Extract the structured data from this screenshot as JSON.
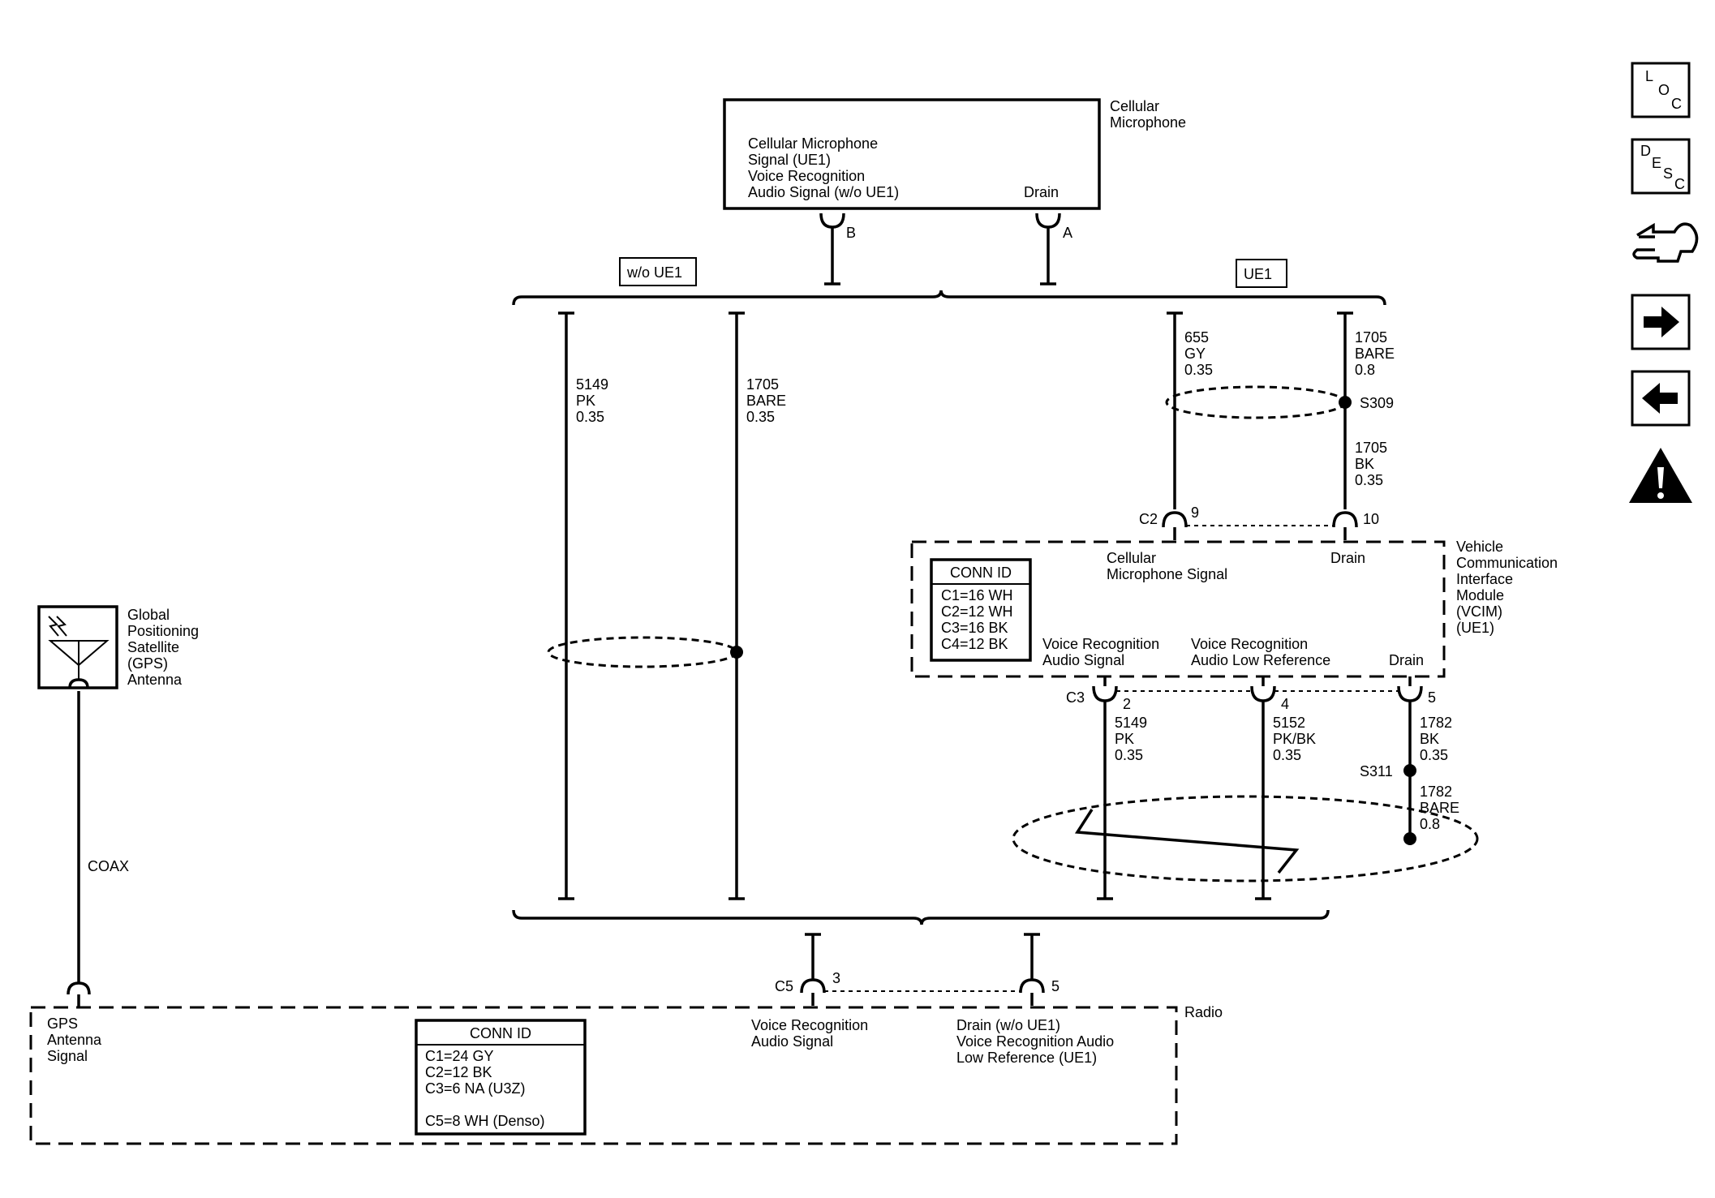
{
  "cell_mic": {
    "name_1": "Cellular",
    "name_2": "Microphone",
    "sig_1": "Cellular Microphone",
    "sig_2": "Signal (UE1)",
    "sig_3": "Voice Recognition",
    "sig_4": "Audio Signal (w/o UE1)",
    "drain": "Drain",
    "pin_b": "B",
    "pin_a": "A"
  },
  "options": {
    "wo_ue1": "w/o UE1",
    "ue1": "UE1"
  },
  "wires": {
    "w5149_top": [
      "5149",
      "PK",
      "0.35"
    ],
    "w1705_top": [
      "1705",
      "BARE",
      "0.35"
    ],
    "w655": [
      "655",
      "GY",
      "0.35"
    ],
    "w1705_bare08": [
      "1705",
      "BARE",
      "0.8"
    ],
    "s309": "S309",
    "w1705_bk": [
      "1705",
      "BK",
      "0.35"
    ],
    "w5149_c3": [
      "5149",
      "PK",
      "0.35"
    ],
    "w5152": [
      "5152",
      "PK/BK",
      "0.35"
    ],
    "w1782_bk": [
      "1782",
      "BK",
      "0.35"
    ],
    "s311": "S311",
    "w1782_bare": [
      "1782",
      "BARE",
      "0.8"
    ],
    "coax": "COAX"
  },
  "vcim": {
    "c2": "C2",
    "c2_pin9": "9",
    "c2_pin10": "10",
    "cell_sig_1": "Cellular",
    "cell_sig_2": "Microphone Signal",
    "drain_top": "Drain",
    "name": [
      "Vehicle",
      "Communication",
      "Interface",
      "Module",
      "(VCIM)",
      "(UE1)"
    ],
    "conn_title": "CONN ID",
    "conn_items": [
      "C1=16 WH",
      "C2=12 WH",
      "C3=16 BK",
      "C4=12 BK"
    ],
    "vr_audio_1": "Voice Recognition",
    "vr_audio_2": "Audio Signal",
    "vr_low_1": "Voice Recognition",
    "vr_low_2": "Audio Low Reference",
    "drain_bottom": "Drain",
    "c3": "C3",
    "c3_pin2": "2",
    "c3_pin4": "4",
    "c3_pin5": "5"
  },
  "gps": {
    "name": [
      "Global",
      "Positioning",
      "Satellite",
      "(GPS)",
      "Antenna"
    ]
  },
  "radio": {
    "name": "Radio",
    "gps_sig": [
      "GPS",
      "Antenna",
      "Signal"
    ],
    "conn_title": "CONN ID",
    "conn_items": [
      "C1=24 GY",
      "C2=12 BK",
      "C3=6 NA (U3Z)",
      "C5=8 WH (Denso)"
    ],
    "c5": "C5",
    "c5_pin3": "3",
    "c5_pin5": "5",
    "vr_audio_1": "Voice Recognition",
    "vr_audio_2": "Audio Signal",
    "drain_1": "Drain (w/o UE1)",
    "drain_2": "Voice Recognition Audio",
    "drain_3": "Low Reference (UE1)"
  },
  "nav_icons": {
    "loc": [
      "L",
      "O",
      "C"
    ],
    "desc": [
      "D",
      "E",
      "S",
      "C"
    ]
  }
}
